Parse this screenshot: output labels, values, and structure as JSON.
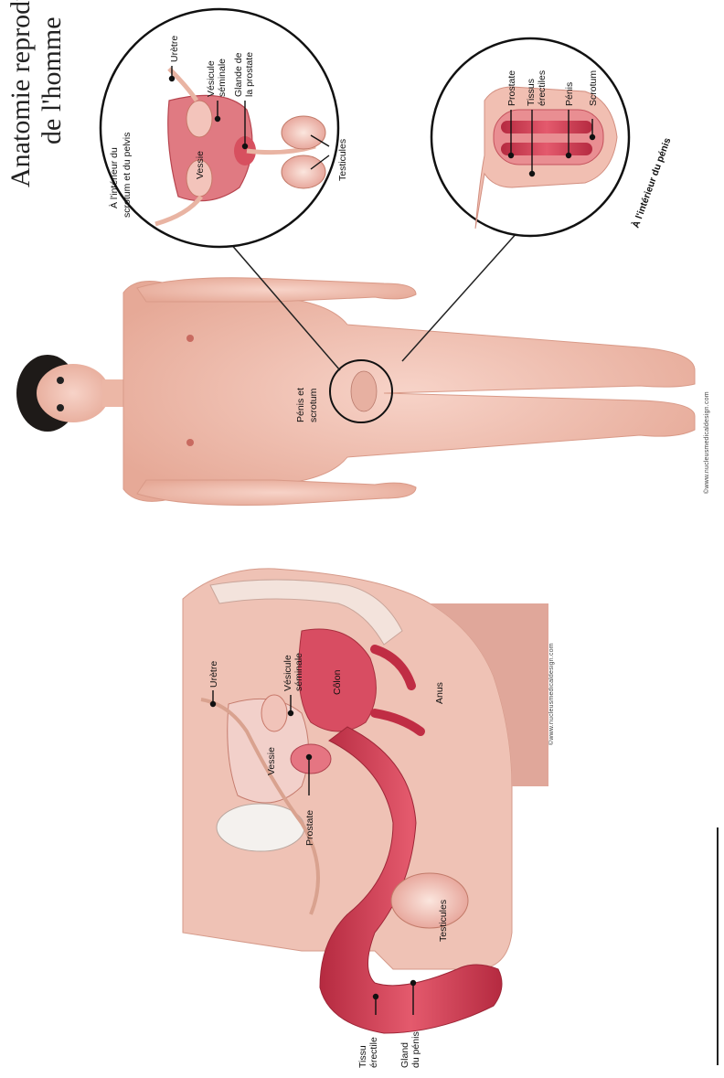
{
  "title": {
    "line1": "Anatomie reproductrice",
    "line2": "de l'homme"
  },
  "credits": {
    "body_figure": "©www.nucleusmedicaldesign.com",
    "section_figure": "©www.nucleusmedicaldesign.com"
  },
  "inset_pelvis": {
    "caption_line1": "À l'intérieur du",
    "caption_line2": "scrotum et du pelvis",
    "labels": {
      "uretre": "Urètre",
      "vesicule_1": "Vésicule",
      "vesicule_2": "séminale",
      "glande_1": "Glande de",
      "glande_2": "la prostate",
      "vessie": "Vessie",
      "testicules": "Testicules"
    }
  },
  "inset_penis": {
    "caption": "À l'intérieur du pénis",
    "labels": {
      "prostate": "Prostate",
      "tissus_1": "Tissus",
      "tissus_2": "érectiles",
      "penis": "Pénis",
      "scrotum": "Scrotum"
    }
  },
  "body": {
    "label_1": "Pénis et",
    "label_2": "scrotum"
  },
  "section": {
    "labels": {
      "uretre": "Urètre",
      "vesicule_1": "Vésicule",
      "vesicule_2": "séminale",
      "colon": "Côlon",
      "vessie": "Vessie",
      "prostate": "Prostate",
      "anus": "Anus",
      "testicules": "Testicules",
      "tissu_1": "Tissu",
      "tissu_2": "érectile",
      "gland_1": "Gland",
      "gland_2": "du pénis"
    }
  },
  "colors": {
    "skin": "#f2c4b8",
    "skin_shadow": "#e3a796",
    "tissue_red": "#c8334a",
    "tissue_pink": "#e88a96",
    "organ_light": "#f6d2cc",
    "background": "#ffffff"
  }
}
